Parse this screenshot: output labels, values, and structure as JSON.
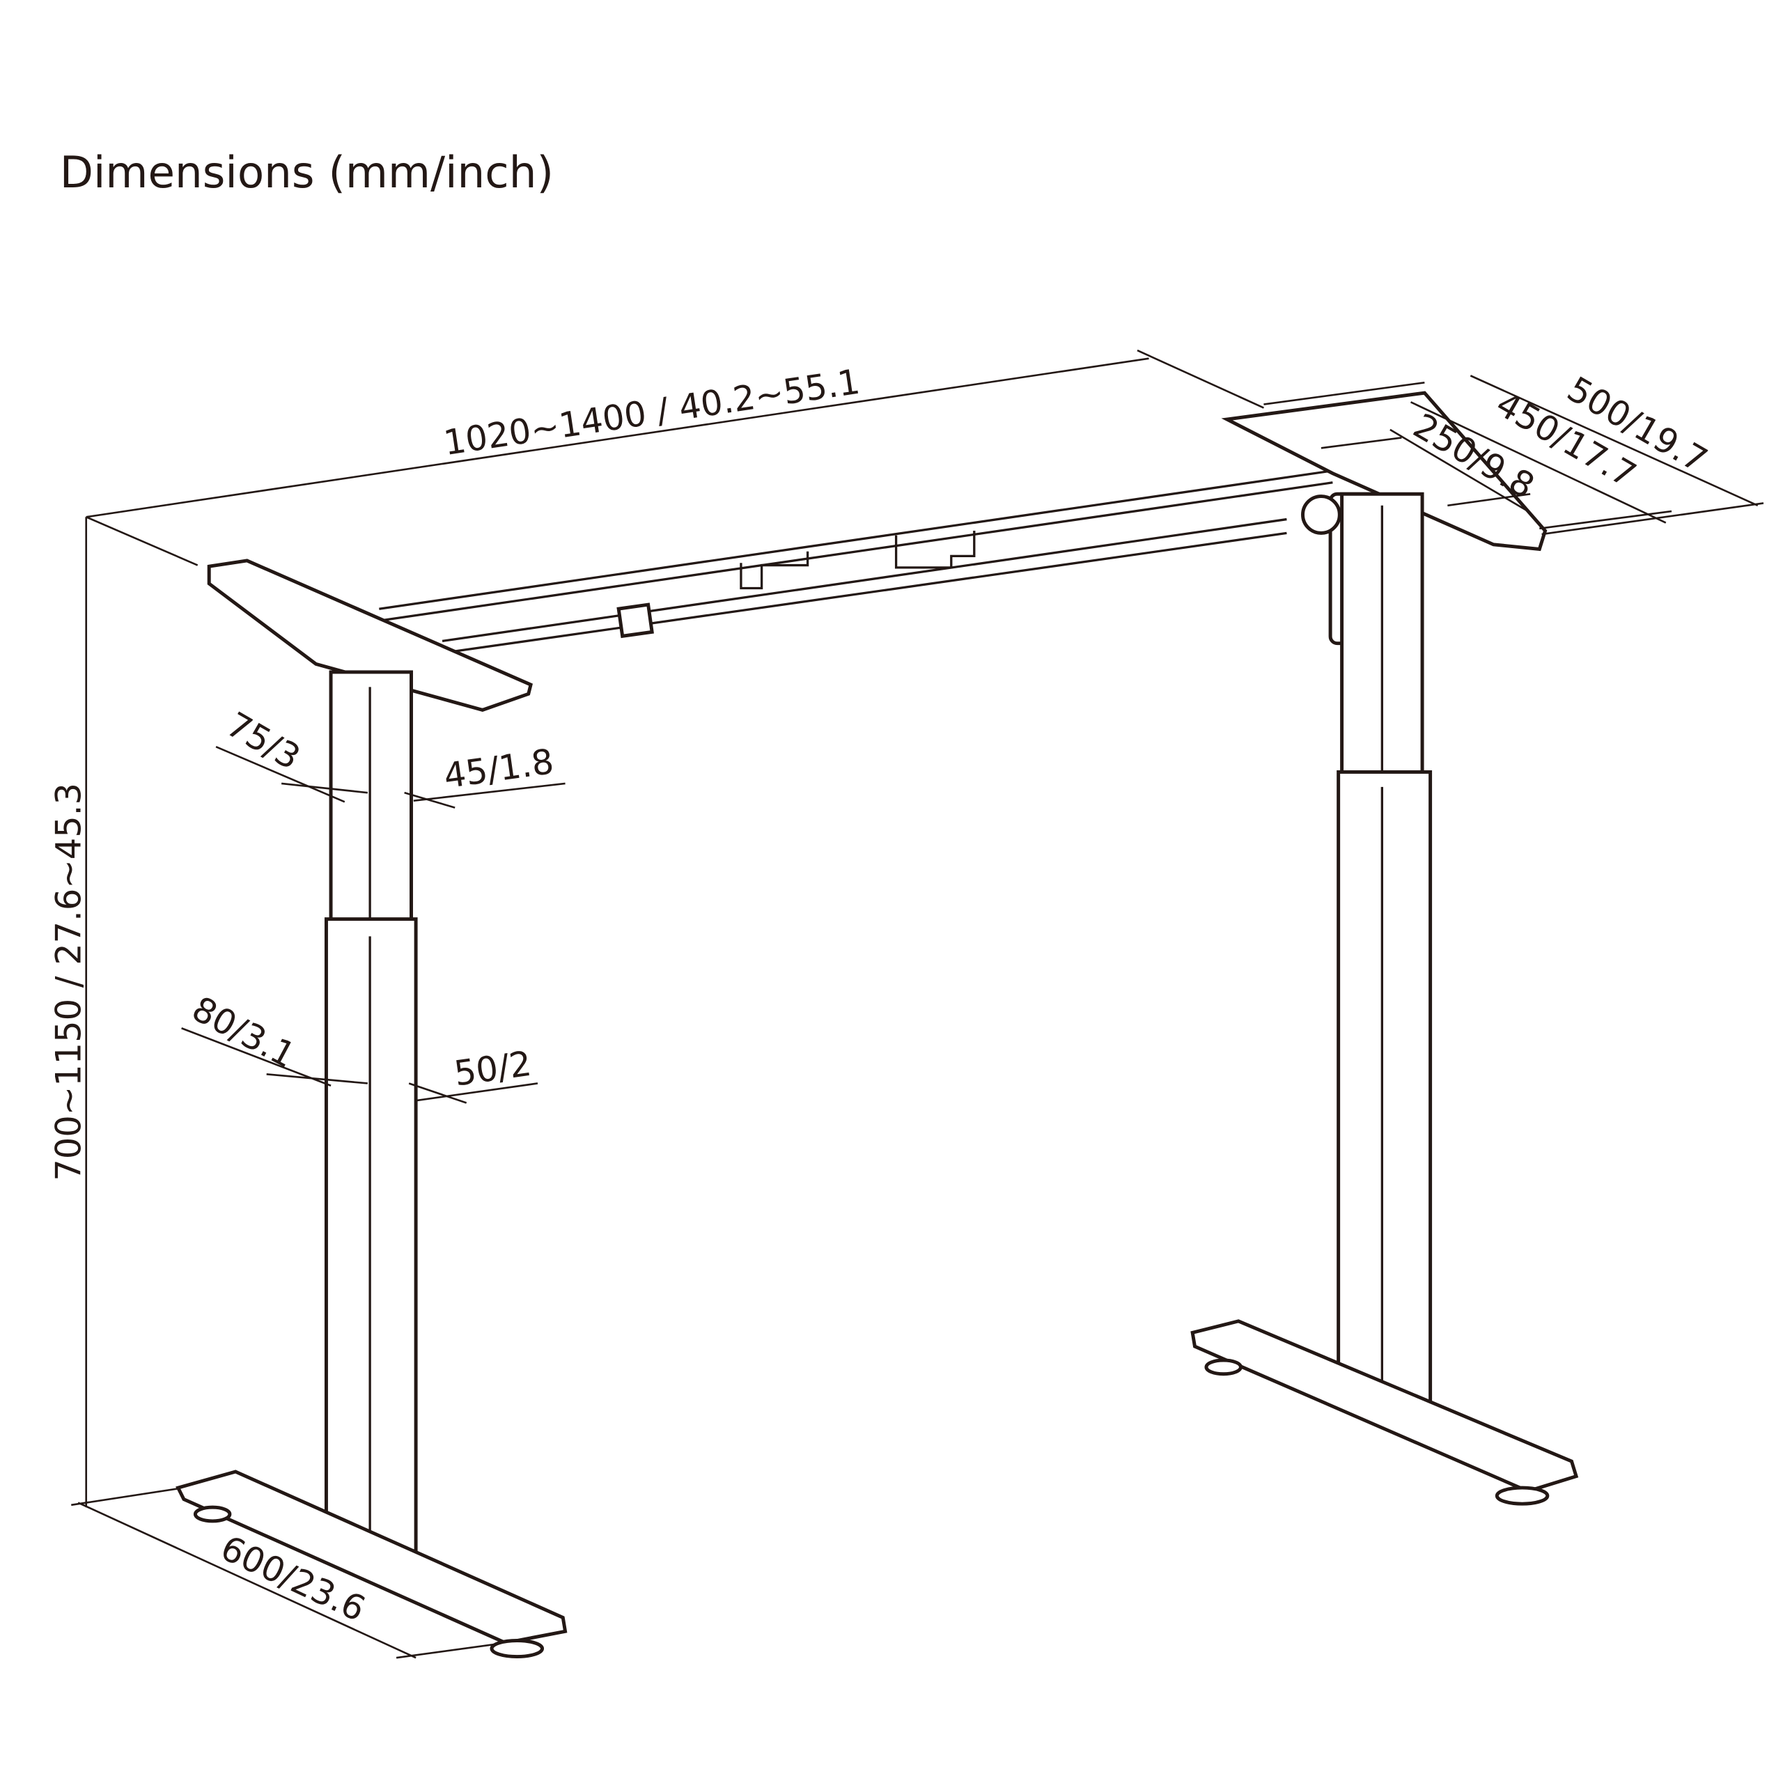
{
  "title": "Dimensions (mm/inch)",
  "dimensions": {
    "width": "1020~1400 / 40.2~55.1",
    "height": "700~1150 / 27.6~45.3",
    "foot_length": "600/23.6",
    "upper_column_depth": "75/3",
    "upper_column_width": "45/1.8",
    "lower_column_depth": "80/3.1",
    "lower_column_width": "50/2",
    "bracket_hole_spacing_inner": "250/9.8",
    "bracket_hole_spacing_outer": "450/17.7",
    "bracket_length": "500/19.7"
  }
}
